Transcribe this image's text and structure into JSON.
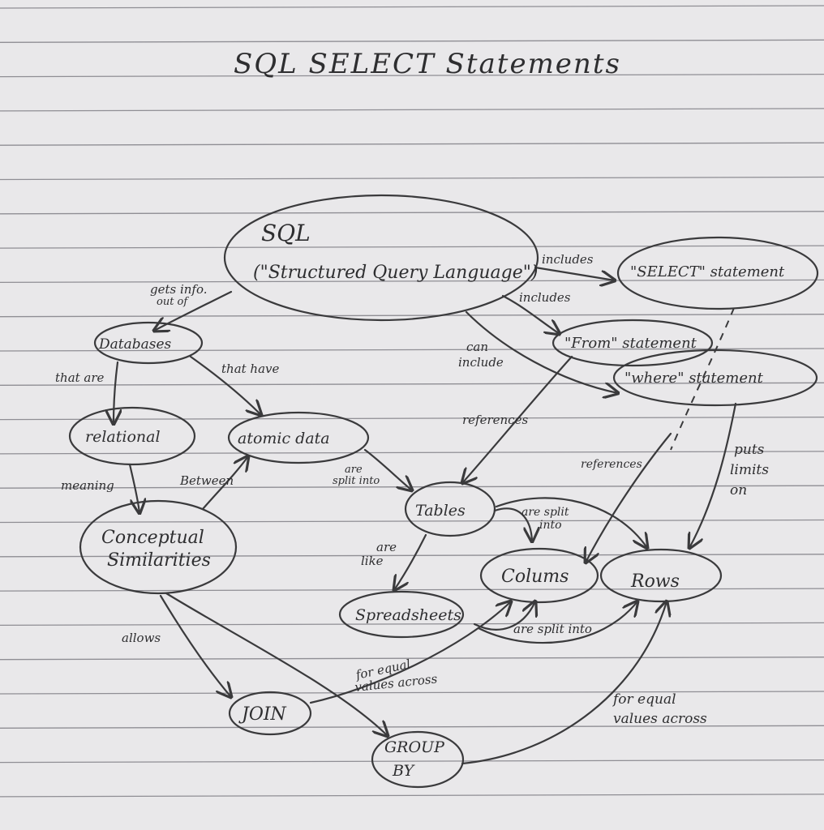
{
  "title": "SQL SELECT Statements",
  "nodes": {
    "sql": {
      "line1": "SQL",
      "line2": "(\"Structured Query Language\")"
    },
    "select": "\"SELECT\" statement",
    "from": "\"From\" statement",
    "where": "\"where\" statement",
    "databases": "Databases",
    "relational": "relational",
    "atomic": "atomic data",
    "conceptual": {
      "line1": "Conceptual",
      "line2": "Similarities"
    },
    "tables": "Tables",
    "columns": "Colums",
    "rows": "Rows",
    "spreadsheets": "Spreadsheets",
    "join": "JOIN",
    "groupby": {
      "line1": "GROUP",
      "line2": "BY"
    }
  },
  "edges": {
    "includes_select": "includes",
    "includes_from": "includes",
    "can_include": {
      "line1": "can",
      "line2": "include"
    },
    "gets_info": {
      "line1": "gets info.",
      "line2": "out of"
    },
    "that_are": "that are",
    "that_have": "that have",
    "meaning": "meaning",
    "between": "Between",
    "are_split_into_tables": {
      "line1": "are",
      "line2": "split into"
    },
    "references_from": "references",
    "references_select": "references",
    "puts_limits_on": {
      "line1": "puts",
      "line2": "limits",
      "line3": "on"
    },
    "tables_split": {
      "line1": "are split",
      "line2": "into"
    },
    "are_like": {
      "line1": "are",
      "line2": "like"
    },
    "spreadsheets_split": "are split into",
    "allows": "allows",
    "join_label": {
      "line1": "for equal",
      "line2": "values across"
    },
    "groupby_label": {
      "line1": "for equal",
      "line2": "values across"
    }
  }
}
